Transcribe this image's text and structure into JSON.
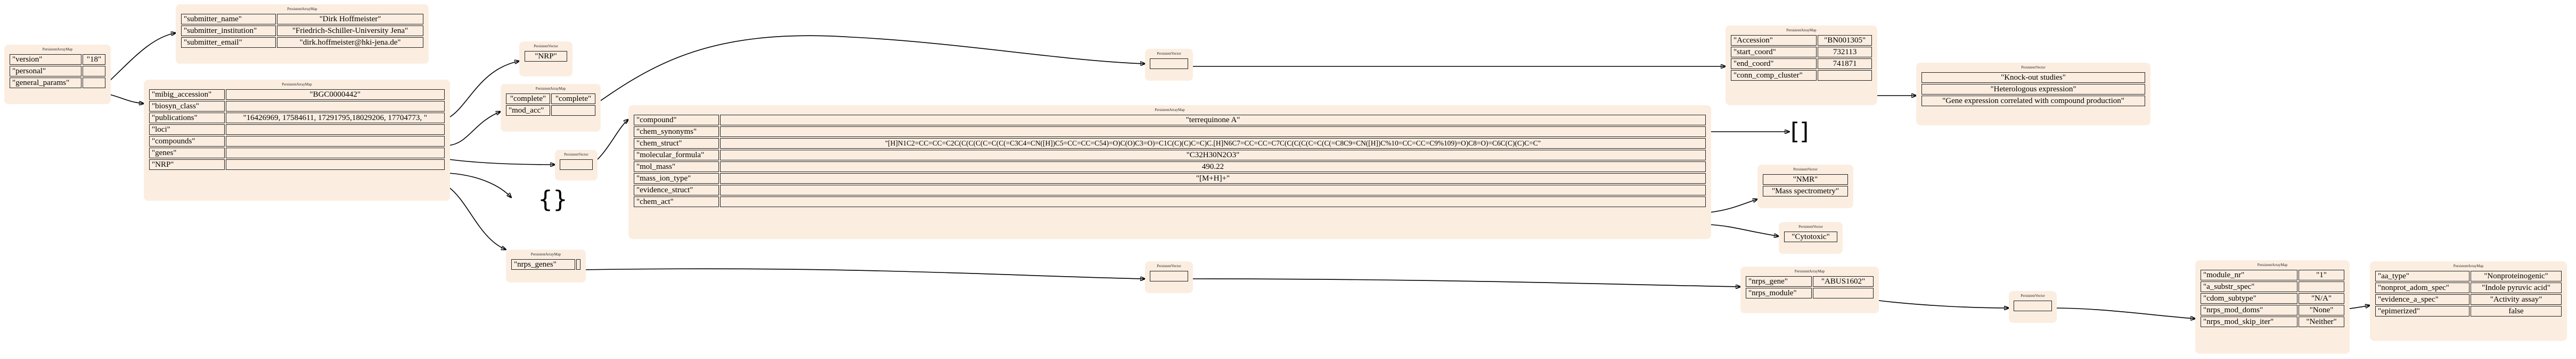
{
  "node_caption_map": "PersistentArrayMap",
  "node_caption_vector": "PersistentVector",
  "root": {
    "rows": [
      {
        "key": "\"version\"",
        "value": "\"18\""
      },
      {
        "key": "\"personal\"",
        "value": ""
      },
      {
        "key": "\"general_params\"",
        "value": ""
      }
    ]
  },
  "personal": {
    "rows": [
      {
        "key": "\"submitter_name\"",
        "value": "\"Dirk Hoffmeister\""
      },
      {
        "key": "\"submitter_institution\"",
        "value": "\"Friedrich-Schiller-University Jena\""
      },
      {
        "key": "\"submitter_email\"",
        "value": "\"dirk.hoffmeister@hki-jena.de\""
      }
    ]
  },
  "general_params": {
    "rows": [
      {
        "key": "\"mibig_accession\"",
        "value": "\"BGC0000442\""
      },
      {
        "key": "\"biosyn_class\"",
        "value": ""
      },
      {
        "key": "\"publications\"",
        "value": "\"16426969, 17584611, 17291795,18029206, 17704773, \""
      },
      {
        "key": "\"loci\"",
        "value": ""
      },
      {
        "key": "\"compounds\"",
        "value": ""
      },
      {
        "key": "\"genes\"",
        "value": ""
      },
      {
        "key": "\"NRP\"",
        "value": ""
      }
    ]
  },
  "biosyn_class_vec": {
    "item": "\"NRP\""
  },
  "loci": {
    "headers": [
      "\"complete\"",
      "\"complete\""
    ],
    "rows": [
      {
        "key": "\"mod_acc\"",
        "value": ""
      }
    ]
  },
  "compounds_vec": {},
  "genes_empty": {
    "glyph": "{}"
  },
  "nrps_genes": {
    "key": "\"nrps_genes\""
  },
  "mod_acc_vec": {},
  "accession": {
    "rows": [
      {
        "key": "\"Accession\"",
        "value": "\"BN001305\""
      },
      {
        "key": "\"start_coord\"",
        "value": "732113"
      },
      {
        "key": "\"end_coord\"",
        "value": "741871"
      },
      {
        "key": "\"conn_comp_cluster\"",
        "value": ""
      }
    ]
  },
  "conn_comp_cluster_vec": {
    "items": [
      "\"Knock-out studies\"",
      "\"Heterologous expression\"",
      "\"Gene expression correlated with compound production\""
    ]
  },
  "compound": {
    "rows": [
      {
        "key": "\"compound\"",
        "value": "\"terrequinone A\""
      },
      {
        "key": "\"chem_synonyms\"",
        "value": ""
      },
      {
        "key": "\"chem_struct\"",
        "value": "\"[H]N1C2=CC=CC=C2C(C(C(C(C=C(C(=C3C4=CN([H])C5=CC=CC=C54)=O)C(O)C3=O)=C1C(C)(C)C=C)C.[H]N6C7=CC=CC=C7C(C(C(C(C=C(C(=C8C9=CN([H])C%10=CC=CC=C9%109)=O)C8=O)=C6C(C)(C)C=C\""
      },
      {
        "key": "\"molecular_formula\"",
        "value": "\"C32H30N2O3\""
      },
      {
        "key": "\"mol_mass\"",
        "value": "490.22"
      },
      {
        "key": "\"mass_ion_type\"",
        "value": "\"[M+H]+\""
      },
      {
        "key": "\"evidence_struct\"",
        "value": ""
      },
      {
        "key": "\"chem_act\"",
        "value": ""
      }
    ]
  },
  "chem_synonyms_empty": {
    "glyph": "[]"
  },
  "evidence_vec": {
    "items": [
      "\"NMR\"",
      "\"Mass spectrometry\""
    ]
  },
  "chem_act_vec": {
    "items": [
      "\"Cytotoxic\""
    ]
  },
  "nrps_genes_vec": {},
  "nrps_gene": {
    "rows": [
      {
        "key": "\"nrps_gene\"",
        "value": "\"ABUS1602\""
      },
      {
        "key": "\"nrps_module\"",
        "value": ""
      }
    ]
  },
  "nrps_module_vec": {},
  "module": {
    "rows": [
      {
        "key": "\"module_nr\"",
        "value": "\"1\""
      },
      {
        "key": "\"a_substr_spec\"",
        "value": ""
      },
      {
        "key": "\"cdom_subtype\"",
        "value": "\"N/A\""
      },
      {
        "key": "\"nrps_mod_doms\"",
        "value": "\"None\""
      },
      {
        "key": "\"nrps_mod_skip_iter\"",
        "value": "\"Neither\""
      }
    ]
  },
  "a_substr": {
    "rows": [
      {
        "key": "\"aa_type\"",
        "value": "\"Nonproteinogenic\""
      },
      {
        "key": "\"nonprot_adom_spec\"",
        "value": "\"Indole pyruvic acid\""
      },
      {
        "key": "\"evidence_a_spec\"",
        "value": "\"Activity assay\""
      },
      {
        "key": "\"epimerized\"",
        "value": "false"
      }
    ]
  }
}
